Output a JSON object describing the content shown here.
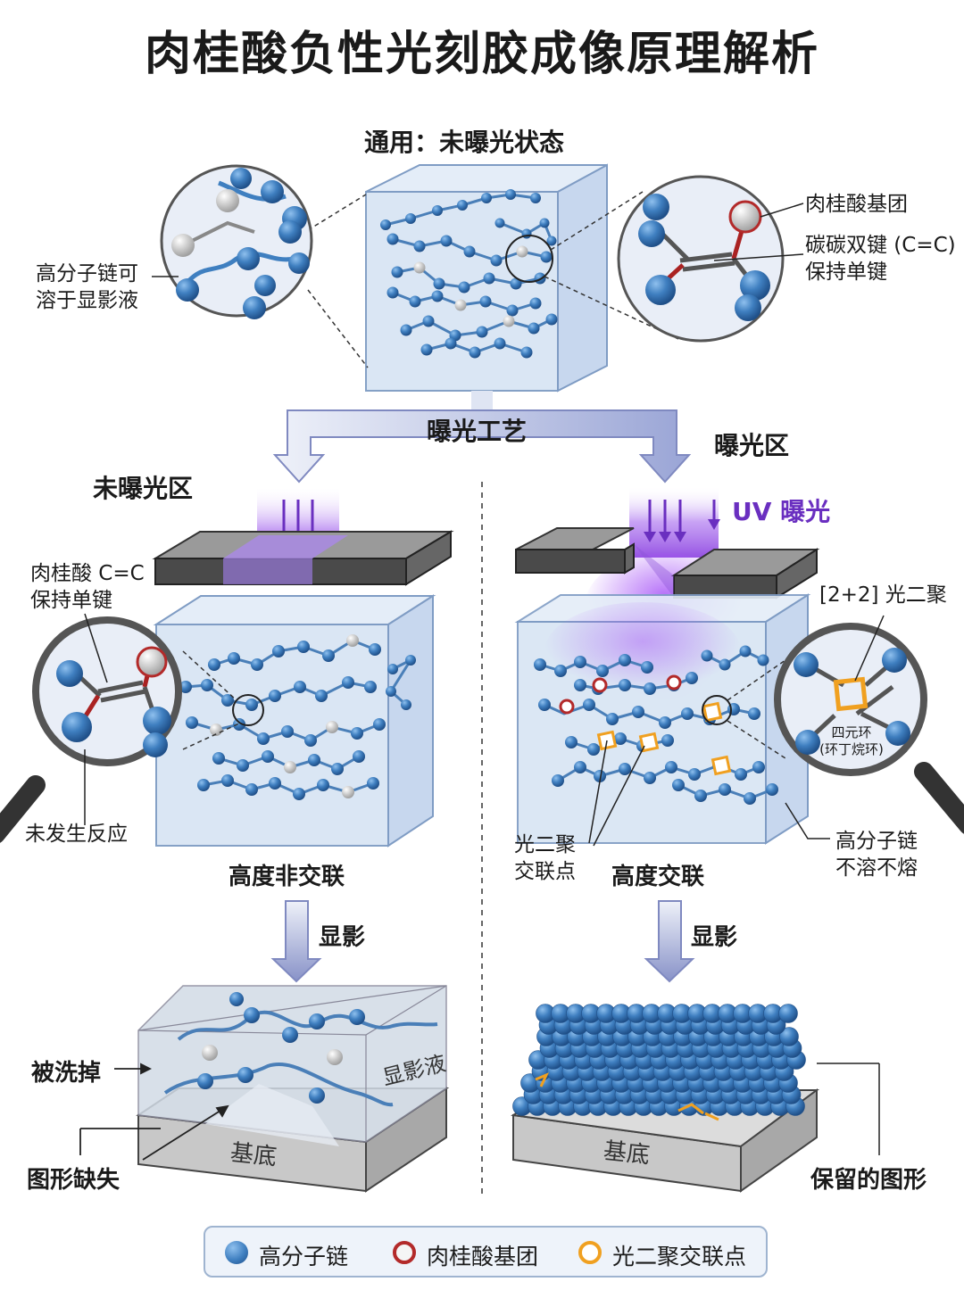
{
  "title": "肉桂酸负性光刻胶成像原理解析",
  "top": {
    "heading": "通用：未曝光状态",
    "left_note": [
      "高分子链可",
      "溶于显影液"
    ],
    "right_note_group": "肉桂酸基团",
    "right_note_bond": [
      "碳碳双键 (C=C)",
      "保持单键"
    ]
  },
  "process_label": "曝光工艺",
  "unexposed": {
    "heading": "未曝光区",
    "note_top": [
      "肉桂酸 C=C",
      "保持单键"
    ],
    "note_bottom": "未发生反应",
    "state": "高度非交联",
    "develop": "显影",
    "washed": "被洗掉",
    "developer": "显影液",
    "substrate": "基底",
    "missing": "图形缺失"
  },
  "exposed": {
    "heading": "曝光区",
    "uv": "UV 曝光",
    "dimer_label": "[2+2] 光二聚",
    "ring_label": [
      "四元环",
      "(环丁烷环)"
    ],
    "crosslink_note": [
      "光二聚",
      "交联点"
    ],
    "state": "高度交联",
    "insoluble_note": [
      "高分子链",
      "不溶不熔"
    ],
    "develop": "显影",
    "substrate": "基底",
    "retained": "保留的图形"
  },
  "legend": {
    "items": [
      "高分子链",
      "肉桂酸基团",
      "光二聚交联点"
    ]
  },
  "colors": {
    "chain": "#3f7fc0",
    "cinnamate": "#b32a2a",
    "crosslink": "#f0a020",
    "uv": "#8a3fe0",
    "box_fill": "#dfe9f6"
  }
}
